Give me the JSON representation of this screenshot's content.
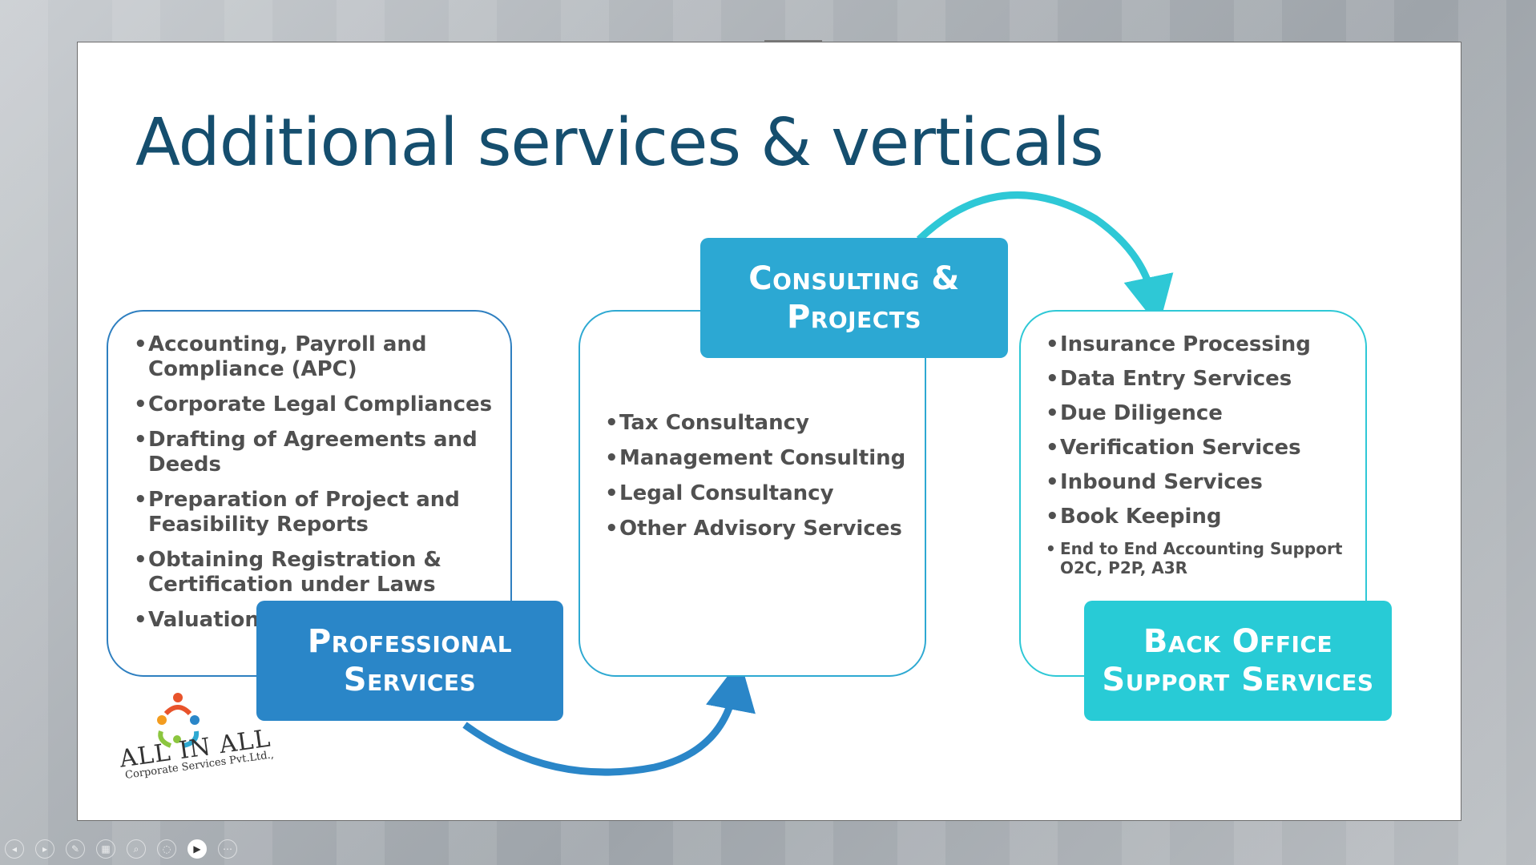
{
  "slide": {
    "title": "Additional services & verticals",
    "sections": [
      {
        "heading_line1": "Professional",
        "heading_line2": "Services",
        "color": "#2a86c8",
        "items": [
          "Accounting, Payroll and Compliance (APC)",
          "Corporate Legal Compliances",
          "Drafting of Agreements and Deeds",
          "Preparation of Project and Feasibility Reports",
          "Obtaining Registration & Certification under Laws",
          "Valuation"
        ]
      },
      {
        "heading_line1": "Consulting &",
        "heading_line2": "Projects",
        "color": "#2ca8d3",
        "items": [
          "Tax Consultancy",
          "Management Consulting",
          "Legal Consultancy",
          "Other Advisory Services"
        ]
      },
      {
        "heading_line1": "Back Office",
        "heading_line2": "Support Services",
        "color": "#28cbd6",
        "items": [
          "Insurance Processing",
          "Data Entry Services",
          "Due Diligence",
          "Verification Services",
          "Inbound Services",
          "Book Keeping",
          "End to End Accounting Support O2C, P2P, A3R"
        ]
      }
    ],
    "logo": {
      "name": "ALL IN ALL",
      "subtitle": "Corporate Services Pvt.Ltd.,"
    },
    "colors": {
      "title": "#154e6e",
      "body_text": "#505050",
      "arrow_blue": "#2a86c8",
      "arrow_cyan": "#2ec8d6"
    }
  },
  "toolbar": {
    "buttons": [
      {
        "icon": "previous-icon",
        "glyph": "◂"
      },
      {
        "icon": "next-icon",
        "glyph": "▸"
      },
      {
        "icon": "pen-icon",
        "glyph": "✎"
      },
      {
        "icon": "slides-grid-icon",
        "glyph": "▦"
      },
      {
        "icon": "zoom-icon",
        "glyph": "⌕"
      },
      {
        "icon": "subtitles-icon",
        "glyph": "◌"
      },
      {
        "icon": "camera-icon",
        "glyph": "▶"
      },
      {
        "icon": "more-icon",
        "glyph": "⋯"
      }
    ]
  }
}
